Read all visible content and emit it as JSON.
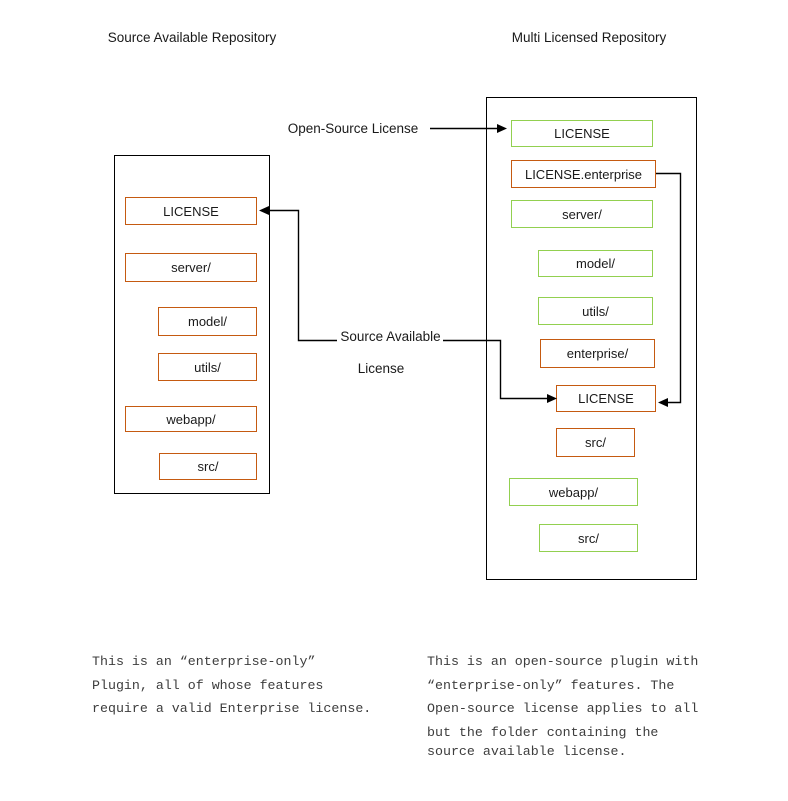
{
  "diagram": {
    "left_repo": {
      "title": "Source Available Repository",
      "files": [
        "LICENSE",
        "server/",
        "model/",
        "utils/",
        "webapp/",
        "src/"
      ]
    },
    "right_repo": {
      "title": "Multi Licensed Repository",
      "files": [
        "LICENSE",
        "LICENSE.enterprise",
        "server/",
        "model/",
        "utils/",
        "enterprise/",
        "LICENSE",
        "src/",
        "webapp/",
        "src/"
      ]
    },
    "labels": {
      "open_source": "Open-Source License",
      "source_available_line1": "Source Available",
      "source_available_line2": "License"
    },
    "colors": {
      "open_source_box_border": "#92d050",
      "enterprise_box_border": "#c55a11",
      "connector": "#000000"
    },
    "captions": {
      "left": [
        "This is an “enterprise-only”",
        "Plugin, all of whose features",
        "require a valid Enterprise license."
      ],
      "right": [
        "This is an open-source plugin with",
        "“enterprise-only” features. The",
        "Open-source license applies to all",
        "but the folder containing the",
        "source available license."
      ]
    }
  }
}
